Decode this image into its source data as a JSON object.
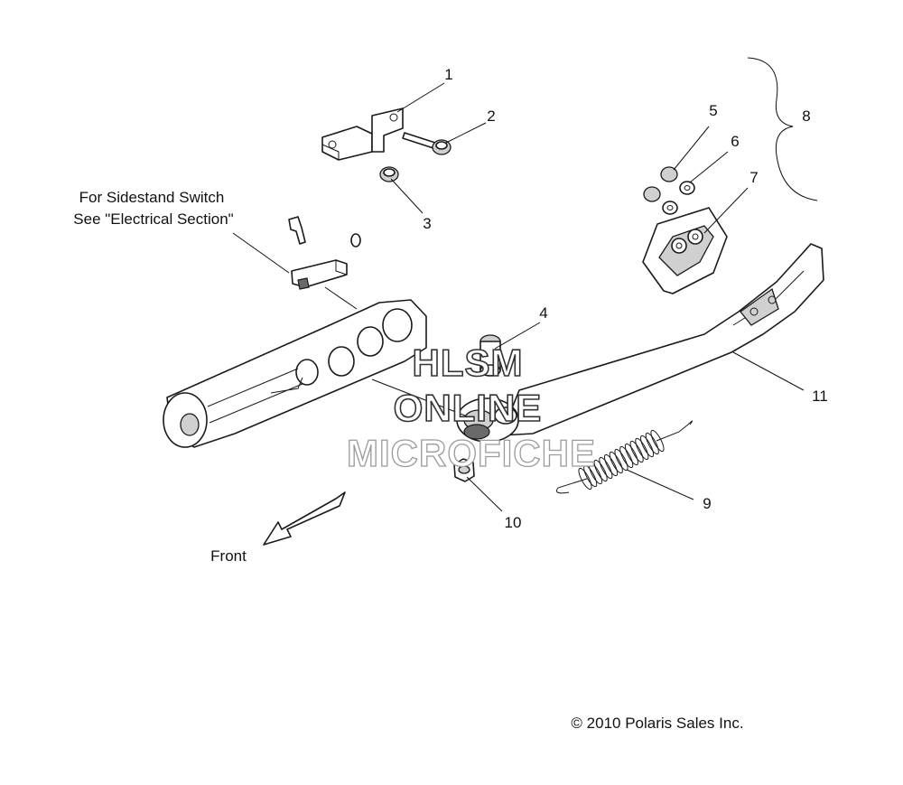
{
  "note": {
    "line1": "For Sidestand Switch",
    "line2": "See \"Electrical Section\""
  },
  "direction_label": "Front",
  "copyright": "© 2010 Polaris Sales Inc.",
  "watermark": {
    "line1": "HLSM",
    "line2": "ONLINE",
    "line3": "MICROFICHE"
  },
  "callouts": [
    "1",
    "2",
    "3",
    "4",
    "5",
    "6",
    "7",
    "8",
    "9",
    "10",
    "11"
  ]
}
